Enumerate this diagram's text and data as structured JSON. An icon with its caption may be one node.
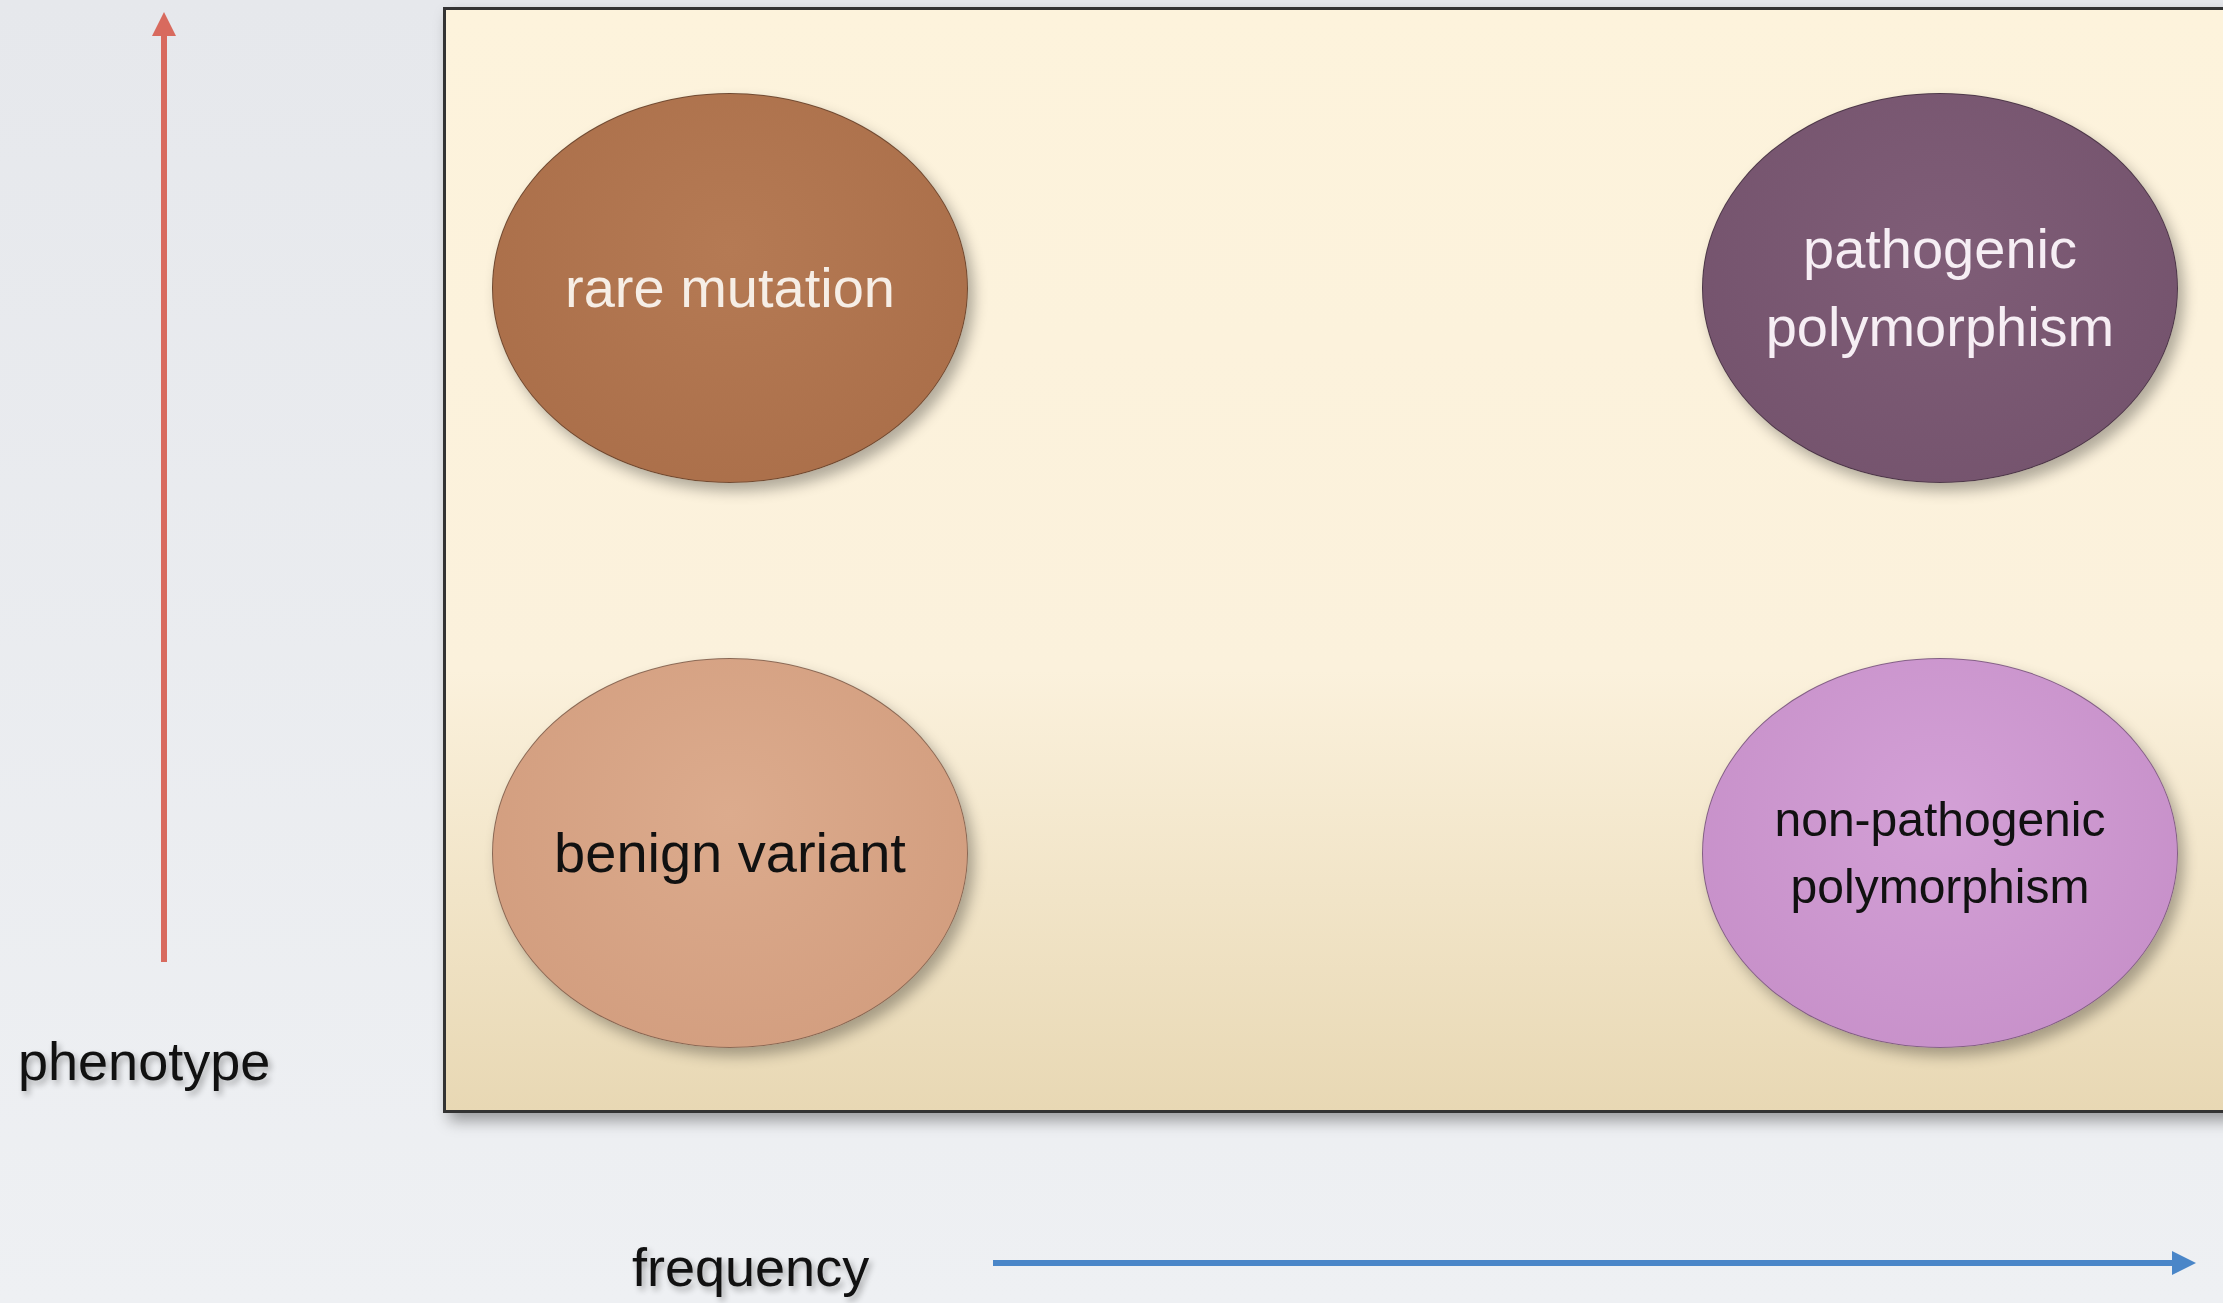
{
  "diagram": {
    "nodes": [
      {
        "text": [],
        "shape": "box"
      },
      {
        "text": [
          "rare mutation"
        ],
        "in": 0
      },
      {
        "text": [
          "pathogenic polymorphism"
        ],
        "in": 0
      },
      {
        "text": [
          "benign variant"
        ],
        "in": 0
      },
      {
        "text": [
          "non-pathogenic polymorphism"
        ],
        "in": 0
      }
    ],
    "edges": [],
    "labels": [
      "phenotype",
      "frequency"
    ]
  }
}
